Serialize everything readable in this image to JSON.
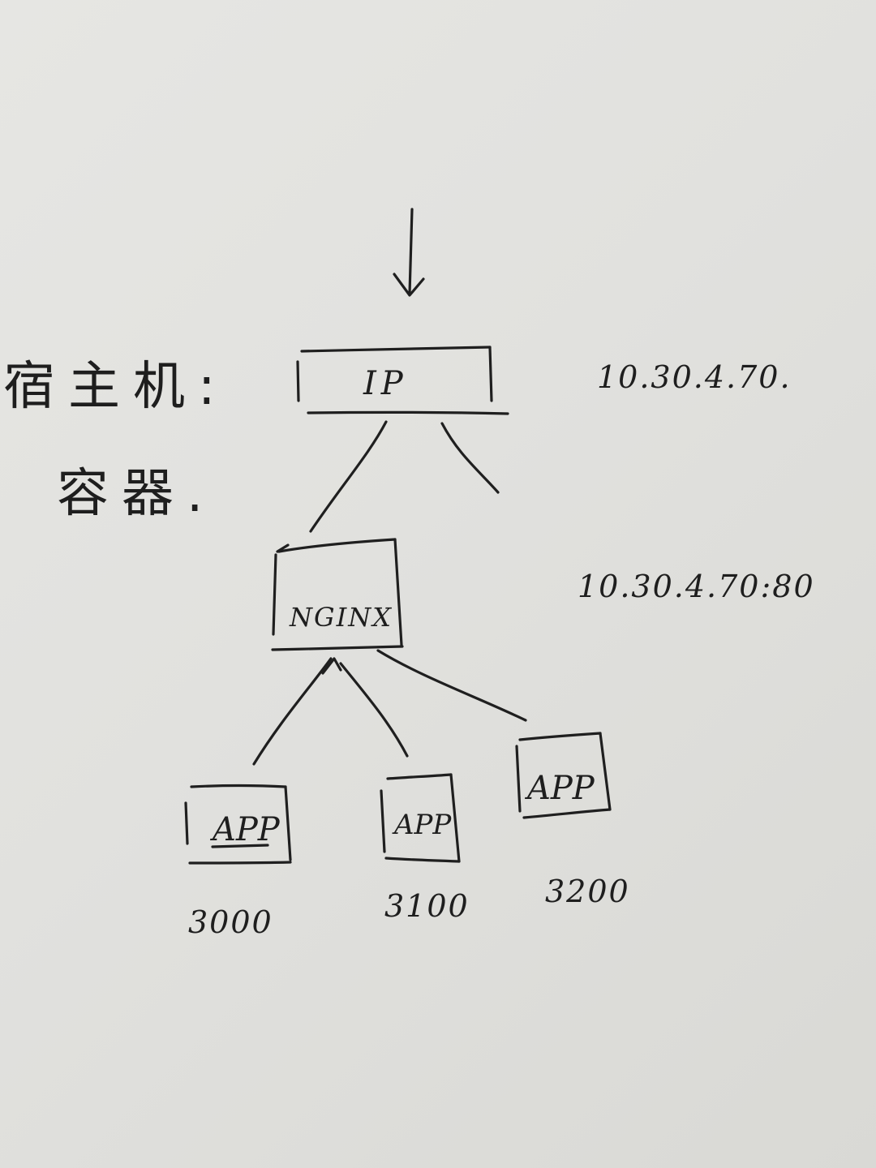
{
  "diagram": {
    "host_label": "宿主机:",
    "container_label": "容器.",
    "entry_box_label": "IP",
    "host_ip": "10.30.4.70.",
    "proxy_label": "NGINX",
    "proxy_address": "10.30.4.70:80",
    "apps": [
      {
        "label": "APP",
        "port": "3000"
      },
      {
        "label": "APP",
        "port": "3100"
      },
      {
        "label": "APP",
        "port": "3200"
      }
    ]
  }
}
